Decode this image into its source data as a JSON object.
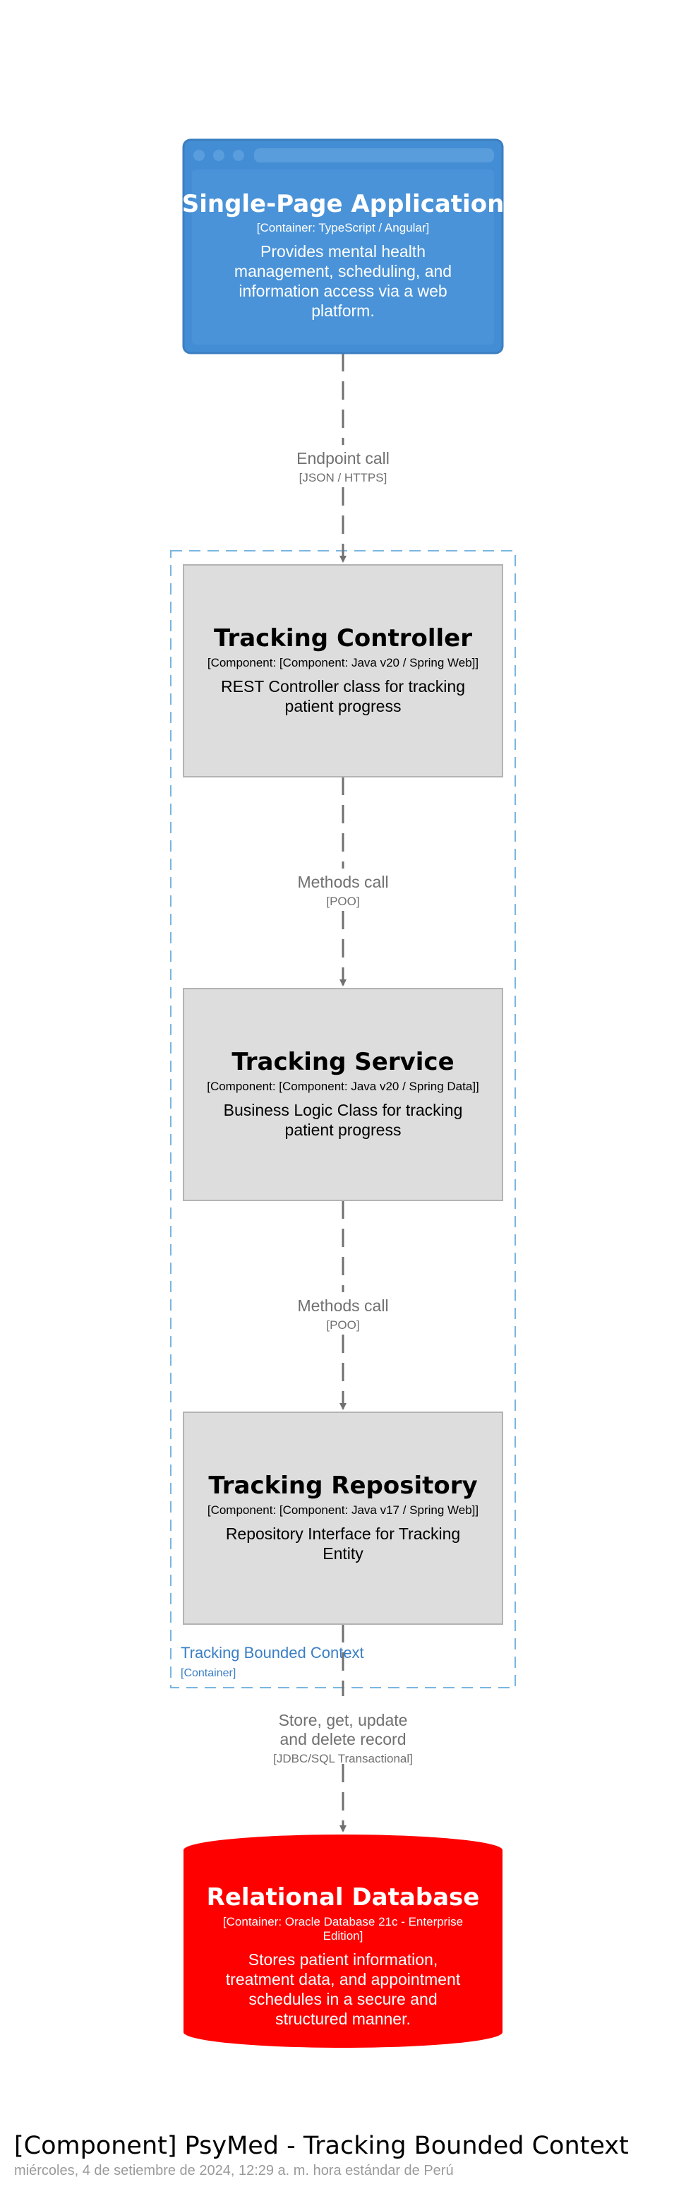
{
  "spa": {
    "title": "Single-Page Application",
    "tech": "[Container: TypeScript / Angular]",
    "desc_lines": [
      "Provides mental health",
      "management, scheduling, and",
      "information access via a web",
      "platform."
    ]
  },
  "rel_spa_controller": {
    "label": "Endpoint call",
    "tech": "[JSON / HTTPS]"
  },
  "controller": {
    "title": "Tracking Controller",
    "tech": "[Component: [Component: Java v20 / Spring Web]]",
    "desc_lines": [
      "REST Controller class for tracking",
      "patient progress"
    ]
  },
  "rel_controller_service": {
    "label": "Methods call",
    "tech": "[POO]"
  },
  "service": {
    "title": "Tracking Service",
    "tech": "[Component: [Component: Java v20 / Spring Data]]",
    "desc_lines": [
      "Business Logic Class for tracking",
      "patient progress"
    ]
  },
  "rel_service_repository": {
    "label": "Methods call",
    "tech": "[POO]"
  },
  "repository": {
    "title": "Tracking Repository",
    "tech": "[Component: [Component: Java v17 / Spring Web]]",
    "desc_lines": [
      "Repository Interface for Tracking",
      "Entity"
    ]
  },
  "boundary": {
    "title": "Tracking Bounded Context",
    "type": "[Container]"
  },
  "rel_repository_db": {
    "label_lines": [
      "Store, get, update",
      "and delete record"
    ],
    "tech": "[JDBC/SQL Transactional]"
  },
  "database": {
    "title": "Relational Database",
    "tech_lines": [
      "[Container: Oracle Database 21c - Enterprise",
      "Edition]"
    ],
    "desc_lines": [
      "Stores patient information,",
      "treatment data, and appointment",
      "schedules in a secure and",
      "structured manner."
    ]
  },
  "footer": {
    "title": "[Component] PsyMed - Tracking Bounded Context",
    "subtitle": "miércoles, 4 de setiembre de 2024, 12:29 a. m. hora estándar de Perú"
  },
  "colors": {
    "spa": "#438dd5",
    "spa_border": "#3c7fc0",
    "component": "#dddddd",
    "component_border": "#b3b3b3",
    "database": "#ff0000",
    "boundary": "#7ab6e0",
    "boundary_text": "#3a7fc4",
    "arrow": "#707070"
  }
}
